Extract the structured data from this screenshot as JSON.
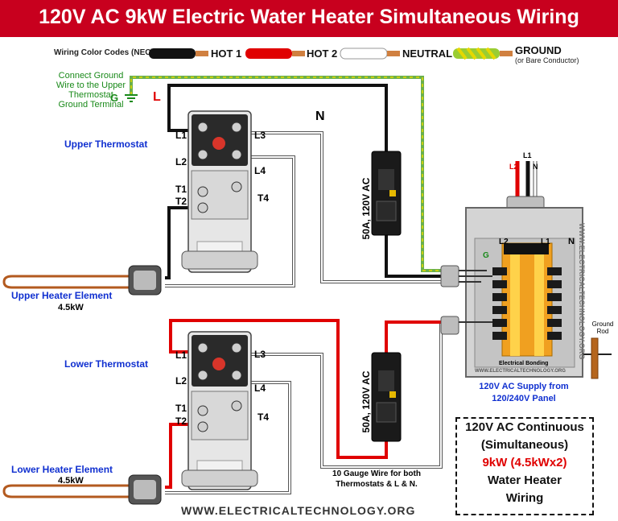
{
  "title": "120V AC 9kW Electric Water Heater Simultaneous Wiring",
  "legend": {
    "label": "Wiring Color Codes (NEC)",
    "hot1": "HOT 1",
    "hot2": "HOT 2",
    "neutral": "NEUTRAL",
    "ground": "GROUND",
    "ground_sub": "(or Bare Conductor)"
  },
  "ground_note": {
    "line1": "Connect Ground",
    "line2": "Wire to the Upper",
    "line3": "Thermostat",
    "line4": "Ground Terminal",
    "g": "G",
    "l": "L",
    "n": "N"
  },
  "upper": {
    "thermostat_label": "Upper Thermostat",
    "element_label": "Upper Heater Element",
    "element_power": "4.5kW"
  },
  "lower": {
    "thermostat_label": "Lower Thermostat",
    "element_label": "Lower Heater Element",
    "element_power": "4.5kW"
  },
  "terminals": {
    "l1": "L1",
    "l2": "L2",
    "l3": "L3",
    "l4": "L4",
    "t1": "T1",
    "t2": "T2",
    "t4": "T4"
  },
  "breaker_label": "50A, 120V AC",
  "panel": {
    "l1": "L1",
    "l2": "L2",
    "n": "N",
    "g": "G",
    "supply_line1": "120V AC Supply from",
    "supply_line2": "120/240V Panel",
    "bonding": "Electrical Bonding",
    "ground_rod": "Ground Rod",
    "watermark": "WWW.ELECTRICALTECHNOLOGY.ORG"
  },
  "gauge_note": {
    "line1": "10 Gauge Wire for both",
    "line2": "Thermostats & L & N."
  },
  "summary": {
    "line1": "120V AC Continuous",
    "line2": "(Simultaneous)",
    "line3": "9kW (4.5kWx2)",
    "line4": "Water Heater",
    "line5": "Wiring"
  },
  "footer": "WWW.ELECTRICALTECHNOLOGY.ORG",
  "colors": {
    "hot1": "#111111",
    "hot2": "#e00000",
    "neutral": "#ffffff",
    "ground": "#9acd32",
    "accent": "#c8001e",
    "label_blue": "#1030d0"
  }
}
